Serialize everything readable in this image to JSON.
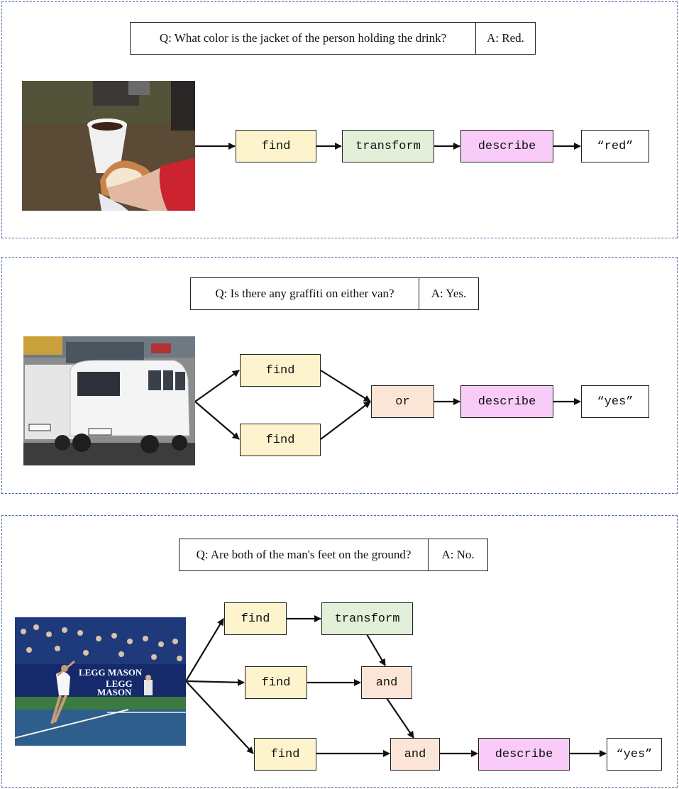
{
  "colors": {
    "find": "#fdf3cc",
    "transform": "#e2efd9",
    "describe": "#f9cbf9",
    "combine": "#fbe5d6",
    "answer": "#ffffff",
    "panel_border": "#4a6fa5"
  },
  "panels": [
    {
      "question": "Q: What color is the jacket of the person holding the drink?",
      "answer": "A: Red.",
      "image": "photo of hand holding drink cup and bun, person in red jacket",
      "modules": [
        {
          "label": "find",
          "kind": "find"
        },
        {
          "label": "transform",
          "kind": "transform"
        },
        {
          "label": "describe",
          "kind": "describe"
        },
        {
          "label": "“red”",
          "kind": "answer"
        }
      ]
    },
    {
      "question": "Q: Is there any graffiti on either van?",
      "answer": "A: Yes.",
      "image": "photo of two white vans parked on a street",
      "modules": [
        {
          "label": "find",
          "kind": "find"
        },
        {
          "label": "find",
          "kind": "find"
        },
        {
          "label": "or",
          "kind": "combine"
        },
        {
          "label": "describe",
          "kind": "describe"
        },
        {
          "label": "“yes”",
          "kind": "answer"
        }
      ]
    },
    {
      "question": "Q: Are both of the man's feet on the ground?",
      "answer": "A: No.",
      "image": "photo of tennis player serving on a court with crowd",
      "modules": [
        {
          "label": "find",
          "kind": "find"
        },
        {
          "label": "transform",
          "kind": "transform"
        },
        {
          "label": "find",
          "kind": "find"
        },
        {
          "label": "and",
          "kind": "combine"
        },
        {
          "label": "find",
          "kind": "find"
        },
        {
          "label": "and",
          "kind": "combine"
        },
        {
          "label": "describe",
          "kind": "describe"
        },
        {
          "label": "“yes”",
          "kind": "answer"
        }
      ]
    }
  ],
  "photo_text": {
    "legg_mason_1": "LEGG MASON",
    "legg_mason_2": "LEGG",
    "legg_mason_3": "MASON"
  }
}
